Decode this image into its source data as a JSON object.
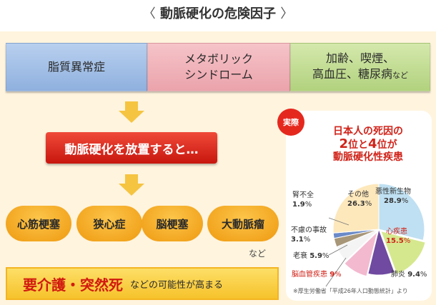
{
  "title": "動脈硬化の危険因子",
  "bracket_left": "〈",
  "bracket_right": "〉",
  "risk_factors": [
    {
      "lines": [
        "脂質異常症"
      ],
      "color": "#a8c4ea"
    },
    {
      "lines": [
        "メタボリック",
        "シンドローム"
      ],
      "color": "#f2b6bc"
    },
    {
      "lines": [
        "加齢、喫煙、",
        "高血圧、糖尿病"
      ],
      "suffix": "など",
      "color": "#c8e29a"
    }
  ],
  "neglect_text": "動脈硬化を放置すると…",
  "diseases": [
    "心筋梗塞",
    "狭心症",
    "脳梗塞",
    "大動脈瘤"
  ],
  "diseases_suffix": "など",
  "care": {
    "emphasis": "要介護・突然死",
    "rest": "などの可能性が高まる"
  },
  "panel": {
    "badge": "実際",
    "heading_line1": "日本人の死因の",
    "heading_rank1": "2",
    "heading_mid": "位と",
    "heading_rank2": "4",
    "heading_end": "位が",
    "heading_line3": "動脈硬化性疾患",
    "source": "※厚生労働省「平成26年人口動態統計」より"
  },
  "chart_data": {
    "type": "pie",
    "unit": "%",
    "slices": [
      {
        "label": "悪性新生物",
        "value": 28.9,
        "color": "#bfe0f2",
        "highlight": false
      },
      {
        "label": "心疾患",
        "value": 15.5,
        "color": "#d5e88e",
        "highlight": true
      },
      {
        "label": "肺炎",
        "value": 9.4,
        "color": "#6f4aa0",
        "highlight": false
      },
      {
        "label": "脳血管疾患",
        "value": 9.0,
        "color": "#f3b9cf",
        "highlight": true
      },
      {
        "label": "老衰",
        "value": 5.9,
        "color": "#f4f4f4",
        "highlight": false
      },
      {
        "label": "不慮の事故",
        "value": 3.1,
        "color": "#a89678",
        "highlight": false
      },
      {
        "label": "腎不全",
        "value": 1.9,
        "color": "#6a8ac8",
        "highlight": false
      },
      {
        "label": "その他",
        "value": 26.3,
        "color": "#fde8bc",
        "highlight": false
      }
    ]
  }
}
